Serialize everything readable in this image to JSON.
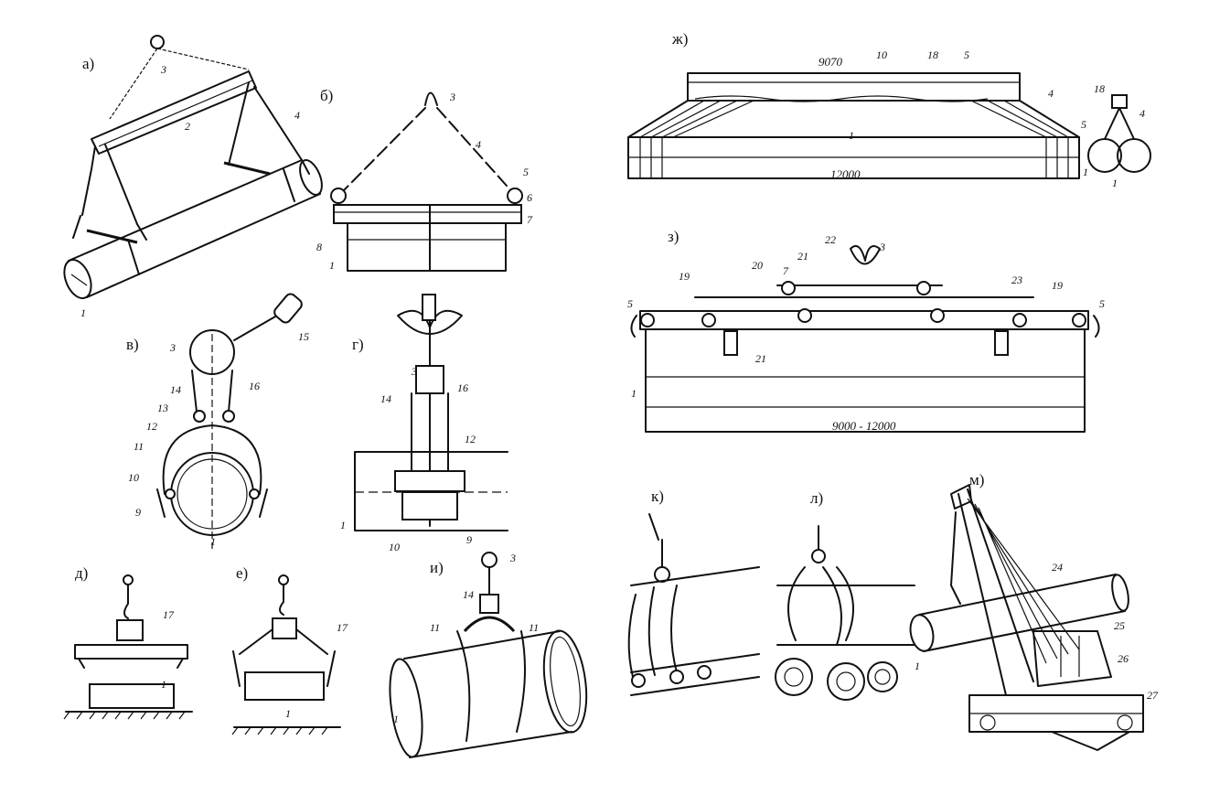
{
  "panels": {
    "a": "а)",
    "b": "б)",
    "v": "в)",
    "g": "г)",
    "d": "д)",
    "e": "е)",
    "zh": "ж)",
    "z": "з)",
    "i": "и)",
    "k": "к)",
    "l": "л)",
    "m": "м)"
  },
  "callouts": {
    "n1": "1",
    "n2": "2",
    "n3": "3",
    "n4": "4",
    "n5": "5",
    "n6": "6",
    "n7": "7",
    "n8": "8",
    "n9": "9",
    "n10": "10",
    "n11": "11",
    "n12": "12",
    "n13": "13",
    "n14": "14",
    "n15": "15",
    "n16": "16",
    "n17": "17",
    "n18": "18",
    "n19": "19",
    "n20": "20",
    "n21": "21",
    "n22": "22",
    "n23": "23",
    "n24": "24",
    "n25": "25",
    "n26": "26",
    "n27": "27"
  },
  "dimensions": {
    "zh_top": "9070",
    "zh_bottom": "12000",
    "z_length": "9000 - 12000"
  }
}
